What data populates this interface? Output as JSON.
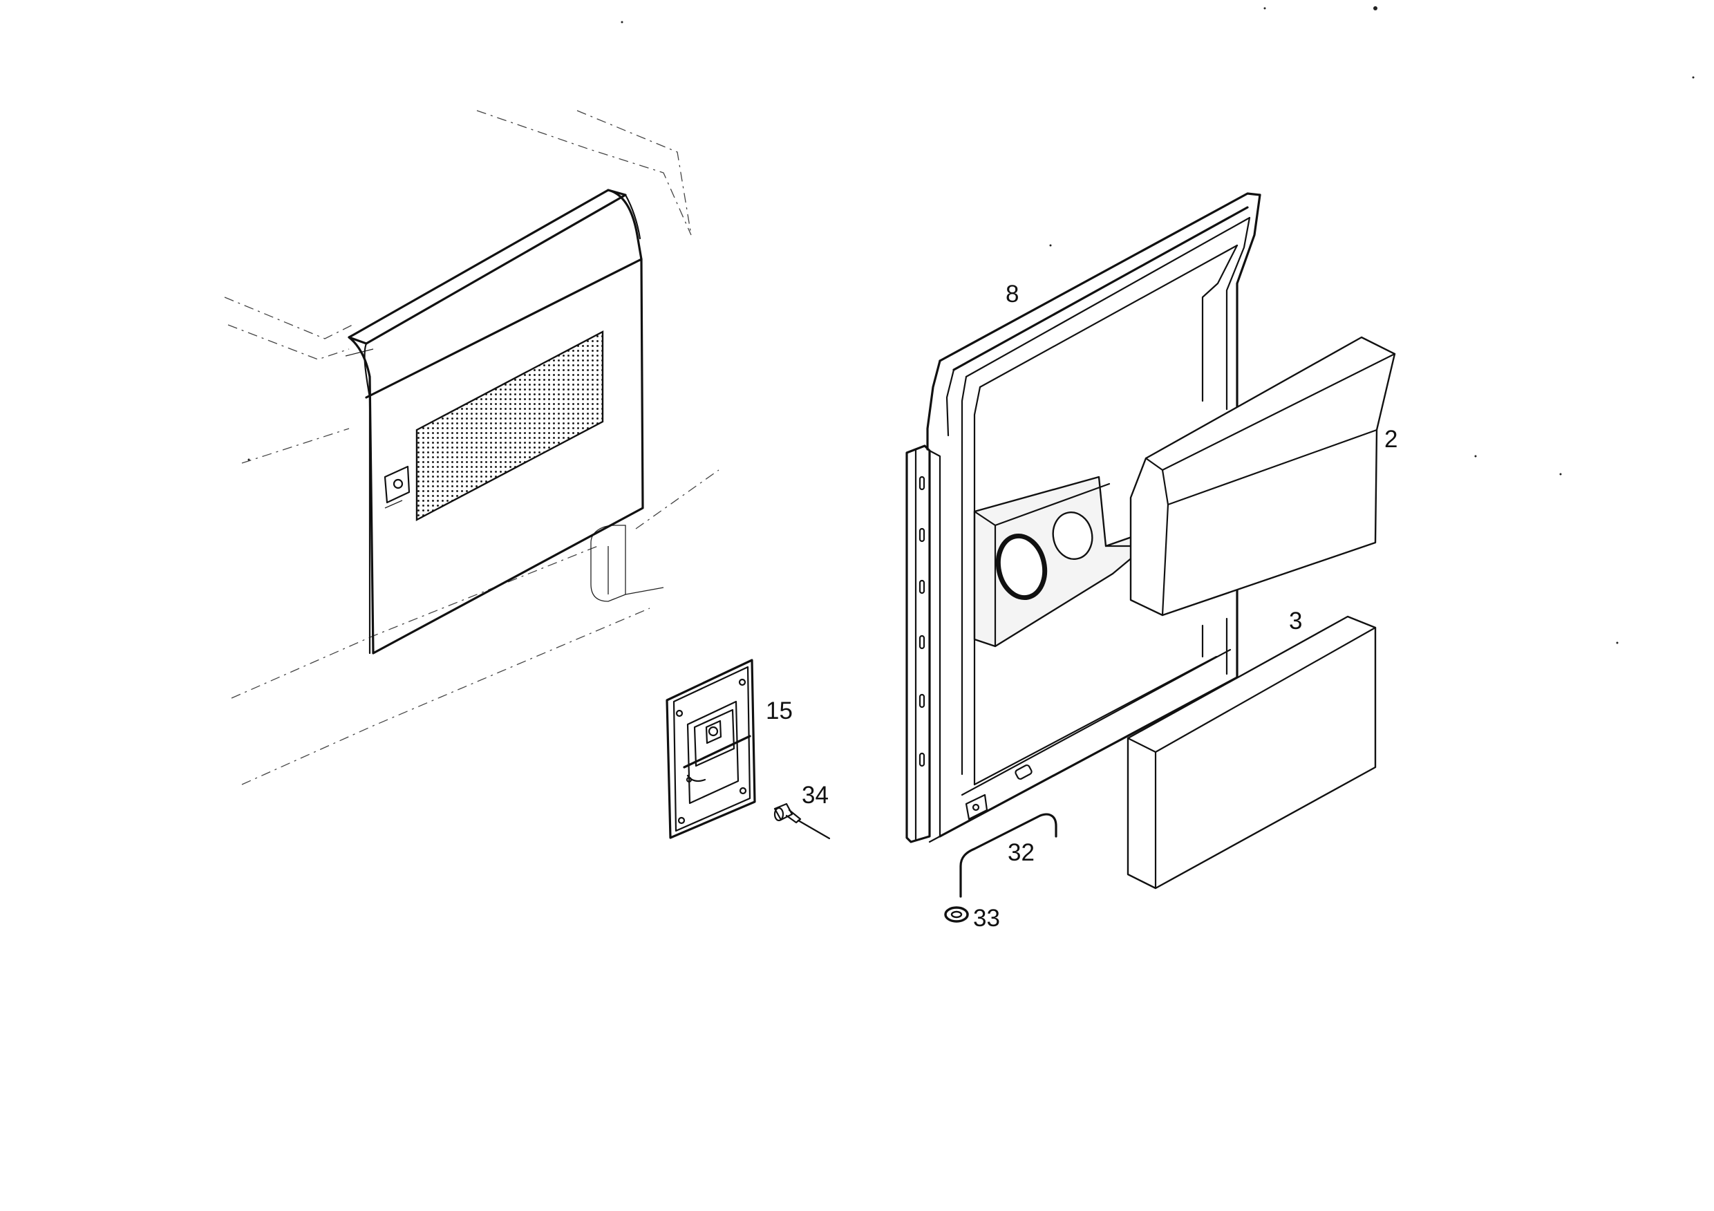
{
  "diagram": {
    "type": "exploded-parts-drawing",
    "callouts": {
      "door_frame": "8",
      "insulation_panel_upper": "2",
      "insulation_panel_lower": "3",
      "latch_assembly": "15",
      "rivet": "34",
      "hinge_pin": "32",
      "washer": "33"
    }
  },
  "colors": {
    "ink": "#111111",
    "paper": "#ffffff"
  }
}
